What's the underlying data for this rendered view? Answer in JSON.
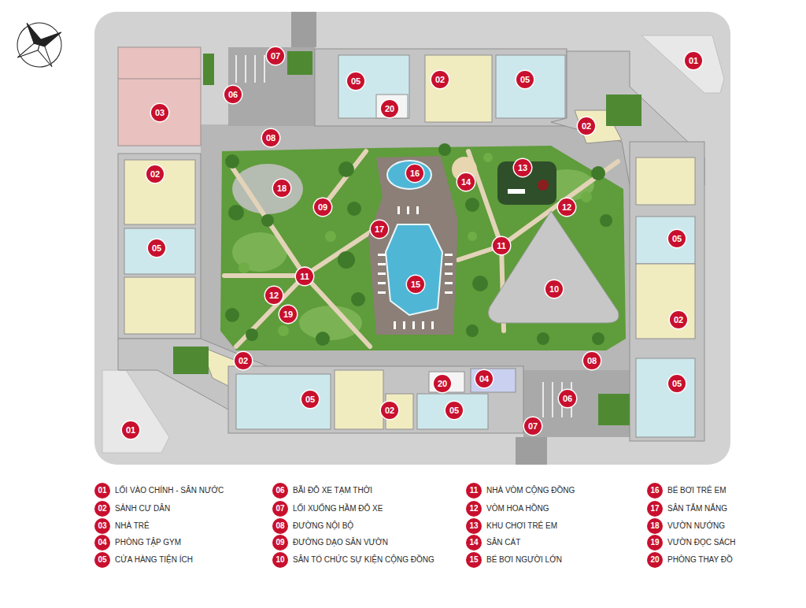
{
  "diagram": {
    "labels": [
      "07",
      "01",
      "05",
      "02",
      "05",
      "06",
      "03",
      "20",
      "02",
      "08",
      "16",
      "13",
      "02",
      "14",
      "18",
      "09",
      "12",
      "17",
      "05",
      "11",
      "05",
      "11",
      "15",
      "10",
      "12",
      "19",
      "02",
      "08",
      "02",
      "20",
      "04",
      "05",
      "05",
      "06",
      "02",
      "05",
      "07",
      "01",
      "01",
      "02",
      "03",
      "04",
      "05",
      "06",
      "07",
      "08",
      "09",
      "10",
      "11",
      "12",
      "13",
      "14",
      "15",
      "16",
      "17",
      "18",
      "19",
      "20"
    ],
    "legend": [
      {
        "text": "LỐI VÀO CHÍNH - SÂN NƯỚC"
      },
      {
        "text": "SẢNH CƯ DÂN"
      },
      {
        "text": "NHÀ TRẺ"
      },
      {
        "text": "PHÒNG TẬP GYM"
      },
      {
        "text": "CỬA HÀNG TIỆN ÍCH"
      },
      {
        "text": "BÃI ĐỖ XE TẠM THỜI"
      },
      {
        "text": "LỐI XUỐNG HẦM ĐỖ XE"
      },
      {
        "text": "ĐƯỜNG NỘI BỘ"
      },
      {
        "text": "ĐƯỜNG DẠO SÂN VƯỜN"
      },
      {
        "text": "SÂN TỔ CHỨC SỰ KIỆN CỘNG ĐỒNG"
      },
      {
        "text": "NHÀ VÒM CỘNG ĐỒNG"
      },
      {
        "text": "VÒM HOA HỒNG"
      },
      {
        "text": "KHU CHƠI TRẺ EM"
      },
      {
        "text": "SÂN CÁT"
      },
      {
        "text": "BỂ BƠI NGƯỜI LỚN"
      },
      {
        "text": "BỂ BƠI TRẺ EM"
      },
      {
        "text": "SÂN TẮM NẮNG"
      },
      {
        "text": "VƯỜN NƯỚNG"
      },
      {
        "text": "VƯỜN ĐỌC SÁCH"
      },
      {
        "text": "PHÒNG THAY ĐỒ"
      }
    ]
  }
}
